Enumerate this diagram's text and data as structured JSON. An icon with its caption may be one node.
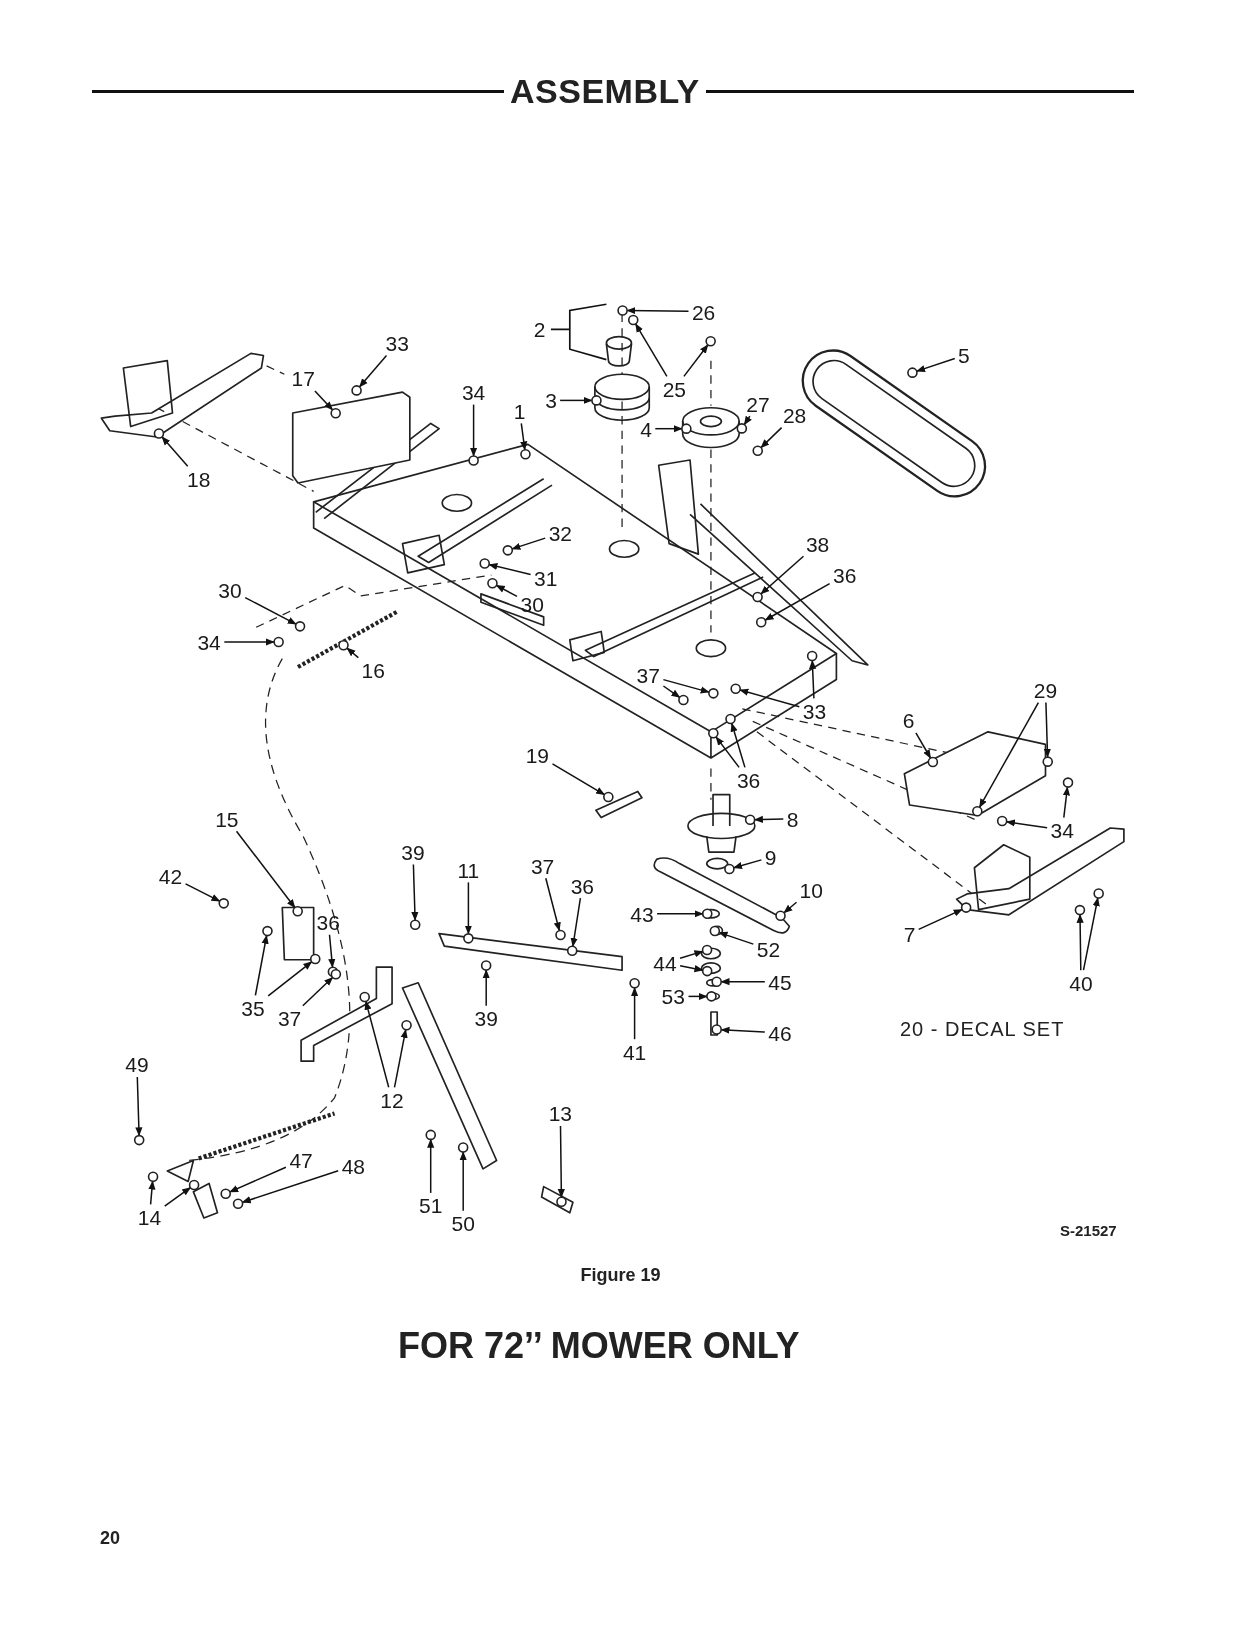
{
  "diagram": {
    "title": "ASSEMBLY",
    "caption": "Figure 19",
    "nodes": [
      {
        "text": [
          "26"
        ]
      },
      {
        "text": [
          "2"
        ]
      },
      {
        "text": [
          "33"
        ]
      },
      {
        "text": [
          "17"
        ]
      },
      {
        "text": [
          "25"
        ]
      },
      {
        "text": [
          "34"
        ]
      },
      {
        "text": [
          "3"
        ]
      },
      {
        "text": [
          "1"
        ]
      },
      {
        "text": [
          "5"
        ]
      },
      {
        "text": [
          "27"
        ]
      },
      {
        "text": [
          "28"
        ]
      },
      {
        "text": [
          "4"
        ]
      },
      {
        "text": [
          "18"
        ]
      },
      {
        "text": [
          "32"
        ]
      },
      {
        "text": [
          "38"
        ]
      },
      {
        "text": [
          "36"
        ]
      },
      {
        "text": [
          "31"
        ]
      },
      {
        "text": [
          "30"
        ]
      },
      {
        "text": [
          "30"
        ]
      },
      {
        "text": [
          "34"
        ]
      },
      {
        "text": [
          "16"
        ]
      },
      {
        "text": [
          "37"
        ]
      },
      {
        "text": [
          "29"
        ]
      },
      {
        "text": [
          "33"
        ]
      },
      {
        "text": [
          "6"
        ]
      },
      {
        "text": [
          "19"
        ]
      },
      {
        "text": [
          "36"
        ]
      },
      {
        "text": [
          "15"
        ]
      },
      {
        "text": [
          "8"
        ]
      },
      {
        "text": [
          "34"
        ]
      },
      {
        "text": [
          "39"
        ]
      },
      {
        "text": [
          "9"
        ]
      },
      {
        "text": [
          "11"
        ]
      },
      {
        "text": [
          "37"
        ]
      },
      {
        "text": [
          "42"
        ]
      },
      {
        "text": [
          "36"
        ]
      },
      {
        "text": [
          "10"
        ]
      },
      {
        "text": [
          "43"
        ]
      },
      {
        "text": [
          "36"
        ]
      },
      {
        "text": [
          "7"
        ]
      },
      {
        "text": [
          "52"
        ]
      },
      {
        "text": [
          "44"
        ]
      },
      {
        "text": [
          "45"
        ]
      },
      {
        "text": [
          "40"
        ]
      },
      {
        "text": [
          "53"
        ]
      },
      {
        "text": [
          "35"
        ]
      },
      {
        "text": [
          "37"
        ]
      },
      {
        "text": [
          "39"
        ]
      },
      {
        "text": [
          "46"
        ]
      },
      {
        "text": [
          "41"
        ]
      },
      {
        "text": [
          "49"
        ]
      },
      {
        "text": [
          "12"
        ]
      },
      {
        "text": [
          "13"
        ]
      },
      {
        "text": [
          "47"
        ]
      },
      {
        "text": [
          "48"
        ]
      },
      {
        "text": [
          "51"
        ]
      },
      {
        "text": [
          "14"
        ]
      },
      {
        "text": [
          "50"
        ]
      },
      {
        "text": [],
        "shape": "circle"
      },
      {
        "text": [],
        "shape": "circle"
      },
      {
        "text": [],
        "shape": "circle"
      },
      {
        "text": [],
        "shape": "circle"
      },
      {
        "text": [],
        "shape": "circle"
      },
      {
        "text": [],
        "shape": "circle"
      },
      {
        "text": [],
        "shape": "circle"
      },
      {
        "text": [],
        "shape": "circle"
      },
      {
        "text": [],
        "shape": "circle"
      },
      {
        "text": [],
        "shape": "circle"
      },
      {
        "text": [],
        "shape": "circle"
      },
      {
        "text": [],
        "shape": "circle"
      },
      {
        "text": [],
        "shape": "circle"
      },
      {
        "text": [],
        "shape": "circle"
      },
      {
        "text": [],
        "shape": "circle"
      },
      {
        "text": [],
        "shape": "circle"
      },
      {
        "text": [],
        "shape": "circle"
      },
      {
        "text": [],
        "shape": "circle"
      },
      {
        "text": [],
        "shape": "circle"
      },
      {
        "text": [],
        "shape": "circle"
      },
      {
        "text": [],
        "shape": "circle"
      },
      {
        "text": [],
        "shape": "circle"
      },
      {
        "text": [],
        "shape": "circle"
      },
      {
        "text": [],
        "shape": "circle"
      },
      {
        "text": [],
        "shape": "circle"
      },
      {
        "text": [],
        "shape": "circle"
      },
      {
        "text": [],
        "shape": "circle"
      },
      {
        "text": [],
        "shape": "circle"
      },
      {
        "text": [],
        "shape": "circle"
      },
      {
        "text": [],
        "shape": "circle"
      },
      {
        "text": [],
        "shape": "circle"
      },
      {
        "text": [],
        "shape": "circle"
      },
      {
        "text": [],
        "shape": "circle"
      },
      {
        "text": [],
        "shape": "circle"
      },
      {
        "text": [],
        "shape": "circle"
      },
      {
        "text": [],
        "shape": "circle"
      },
      {
        "text": [],
        "shape": "circle"
      },
      {
        "text": [],
        "shape": "circle"
      },
      {
        "text": [],
        "shape": "circle"
      },
      {
        "text": [],
        "shape": "circle"
      },
      {
        "text": [],
        "shape": "circle"
      },
      {
        "text": [],
        "shape": "circle"
      },
      {
        "text": [],
        "shape": "circle"
      },
      {
        "text": [],
        "shape": "circle"
      },
      {
        "text": [],
        "shape": "circle"
      },
      {
        "text": [],
        "shape": "circle"
      },
      {
        "text": [],
        "shape": "circle"
      },
      {
        "text": [],
        "shape": "circle"
      },
      {
        "text": [],
        "shape": "circle"
      },
      {
        "text": [],
        "shape": "circle"
      },
      {
        "text": [],
        "shape": "circle"
      },
      {
        "text": [],
        "shape": "circle"
      },
      {
        "text": [],
        "shape": "circle"
      },
      {
        "text": [],
        "shape": "circle"
      },
      {
        "text": [],
        "shape": "circle"
      },
      {
        "text": [],
        "shape": "circle"
      },
      {
        "text": [],
        "shape": "circle"
      },
      {
        "text": [],
        "shape": "circle"
      },
      {
        "text": [],
        "shape": "circle"
      },
      {
        "text": [],
        "shape": "circle"
      },
      {
        "text": [],
        "shape": "circle"
      },
      {
        "text": [],
        "shape": "circle"
      },
      {
        "text": [],
        "shape": "circle"
      },
      {
        "text": [],
        "shape": "circle"
      },
      {
        "text": [],
        "shape": "circle"
      },
      {
        "text": [],
        "shape": "circle"
      },
      {
        "text": [],
        "shape": "circle"
      },
      {
        "text": [],
        "shape": "circle"
      }
    ],
    "edges": [
      {
        "from": 0,
        "to": 58,
        "arrow": "to"
      },
      {
        "from": 2,
        "to": 59,
        "arrow": "to"
      },
      {
        "from": 3,
        "to": 60,
        "arrow": "to"
      },
      {
        "from": 4,
        "to": 61,
        "arrow": "to"
      },
      {
        "from": 4,
        "to": 62,
        "arrow": "to"
      },
      {
        "from": 5,
        "to": 63,
        "arrow": "to"
      },
      {
        "from": 6,
        "to": 64,
        "arrow": "to"
      },
      {
        "from": 7,
        "to": 65,
        "arrow": "to"
      },
      {
        "from": 8,
        "to": 66,
        "arrow": "to"
      },
      {
        "from": 9,
        "to": 67,
        "arrow": "to"
      },
      {
        "from": 10,
        "to": 68,
        "arrow": "to"
      },
      {
        "from": 11,
        "to": 69,
        "arrow": "to"
      },
      {
        "from": 12,
        "to": 70,
        "arrow": "to"
      },
      {
        "from": 13,
        "to": 71,
        "arrow": "to"
      },
      {
        "from": 14,
        "to": 72,
        "arrow": "to"
      },
      {
        "from": 15,
        "to": 73,
        "arrow": "to"
      },
      {
        "from": 16,
        "to": 74,
        "arrow": "to"
      },
      {
        "from": 17,
        "to": 75,
        "arrow": "to"
      },
      {
        "from": 18,
        "to": 76,
        "arrow": "to"
      },
      {
        "from": 19,
        "to": 77,
        "arrow": "to"
      },
      {
        "from": 20,
        "to": 78,
        "arrow": "to"
      },
      {
        "from": 21,
        "to": 79,
        "arrow": "to"
      },
      {
        "from": 21,
        "to": 80,
        "arrow": "to"
      },
      {
        "from": 22,
        "to": 81,
        "arrow": "to"
      },
      {
        "from": 22,
        "to": 82,
        "arrow": "to"
      },
      {
        "from": 23,
        "to": 83,
        "arrow": "to"
      },
      {
        "from": 23,
        "to": 84,
        "arrow": "to"
      },
      {
        "from": 24,
        "to": 85,
        "arrow": "to"
      },
      {
        "from": 25,
        "to": 86,
        "arrow": "to"
      },
      {
        "from": 26,
        "to": 87,
        "arrow": "to"
      },
      {
        "from": 26,
        "to": 88,
        "arrow": "to"
      },
      {
        "from": 27,
        "to": 89,
        "arrow": "to"
      },
      {
        "from": 28,
        "to": 90,
        "arrow": "to"
      },
      {
        "from": 29,
        "to": 91,
        "arrow": "to"
      },
      {
        "from": 29,
        "to": 92,
        "arrow": "to"
      },
      {
        "from": 30,
        "to": 93,
        "arrow": "to"
      },
      {
        "from": 31,
        "to": 94,
        "arrow": "to"
      },
      {
        "from": 32,
        "to": 95,
        "arrow": "to"
      },
      {
        "from": 33,
        "to": 96,
        "arrow": "to"
      },
      {
        "from": 34,
        "to": 97,
        "arrow": "to"
      },
      {
        "from": 35,
        "to": 98,
        "arrow": "to"
      },
      {
        "from": 36,
        "to": 99,
        "arrow": "to"
      },
      {
        "from": 37,
        "to": 100,
        "arrow": "to"
      },
      {
        "from": 38,
        "to": 101,
        "arrow": "to"
      },
      {
        "from": 39,
        "to": 102,
        "arrow": "to"
      },
      {
        "from": 40,
        "to": 103,
        "arrow": "to"
      },
      {
        "from": 41,
        "to": 104,
        "arrow": "to"
      },
      {
        "from": 41,
        "to": 105,
        "arrow": "to"
      },
      {
        "from": 42,
        "to": 106,
        "arrow": "to"
      },
      {
        "from": 43,
        "to": 107,
        "arrow": "to"
      },
      {
        "from": 43,
        "to": 108,
        "arrow": "to"
      },
      {
        "from": 44,
        "to": 109,
        "arrow": "to"
      },
      {
        "from": 45,
        "to": 110,
        "arrow": "to"
      },
      {
        "from": 45,
        "to": 111,
        "arrow": "to"
      },
      {
        "from": 46,
        "to": 112,
        "arrow": "to"
      },
      {
        "from": 47,
        "to": 113,
        "arrow": "to"
      },
      {
        "from": 48,
        "to": 114,
        "arrow": "to"
      },
      {
        "from": 49,
        "to": 115,
        "arrow": "to"
      },
      {
        "from": 50,
        "to": 116,
        "arrow": "to"
      },
      {
        "from": 51,
        "to": 117,
        "arrow": "to"
      },
      {
        "from": 51,
        "to": 118,
        "arrow": "to"
      },
      {
        "from": 52,
        "to": 119,
        "arrow": "to"
      },
      {
        "from": 53,
        "to": 120,
        "arrow": "to"
      },
      {
        "from": 54,
        "to": 121,
        "arrow": "to"
      },
      {
        "from": 55,
        "to": 122,
        "arrow": "to"
      },
      {
        "from": 56,
        "to": 123,
        "arrow": "to"
      },
      {
        "from": 56,
        "to": 124,
        "arrow": "to"
      },
      {
        "from": 57,
        "to": 125,
        "arrow": "to"
      }
    ],
    "labels": [
      "20 - DECAL SET",
      "S-21527",
      "FOR 72’’ MOWER ONLY",
      "20"
    ]
  }
}
